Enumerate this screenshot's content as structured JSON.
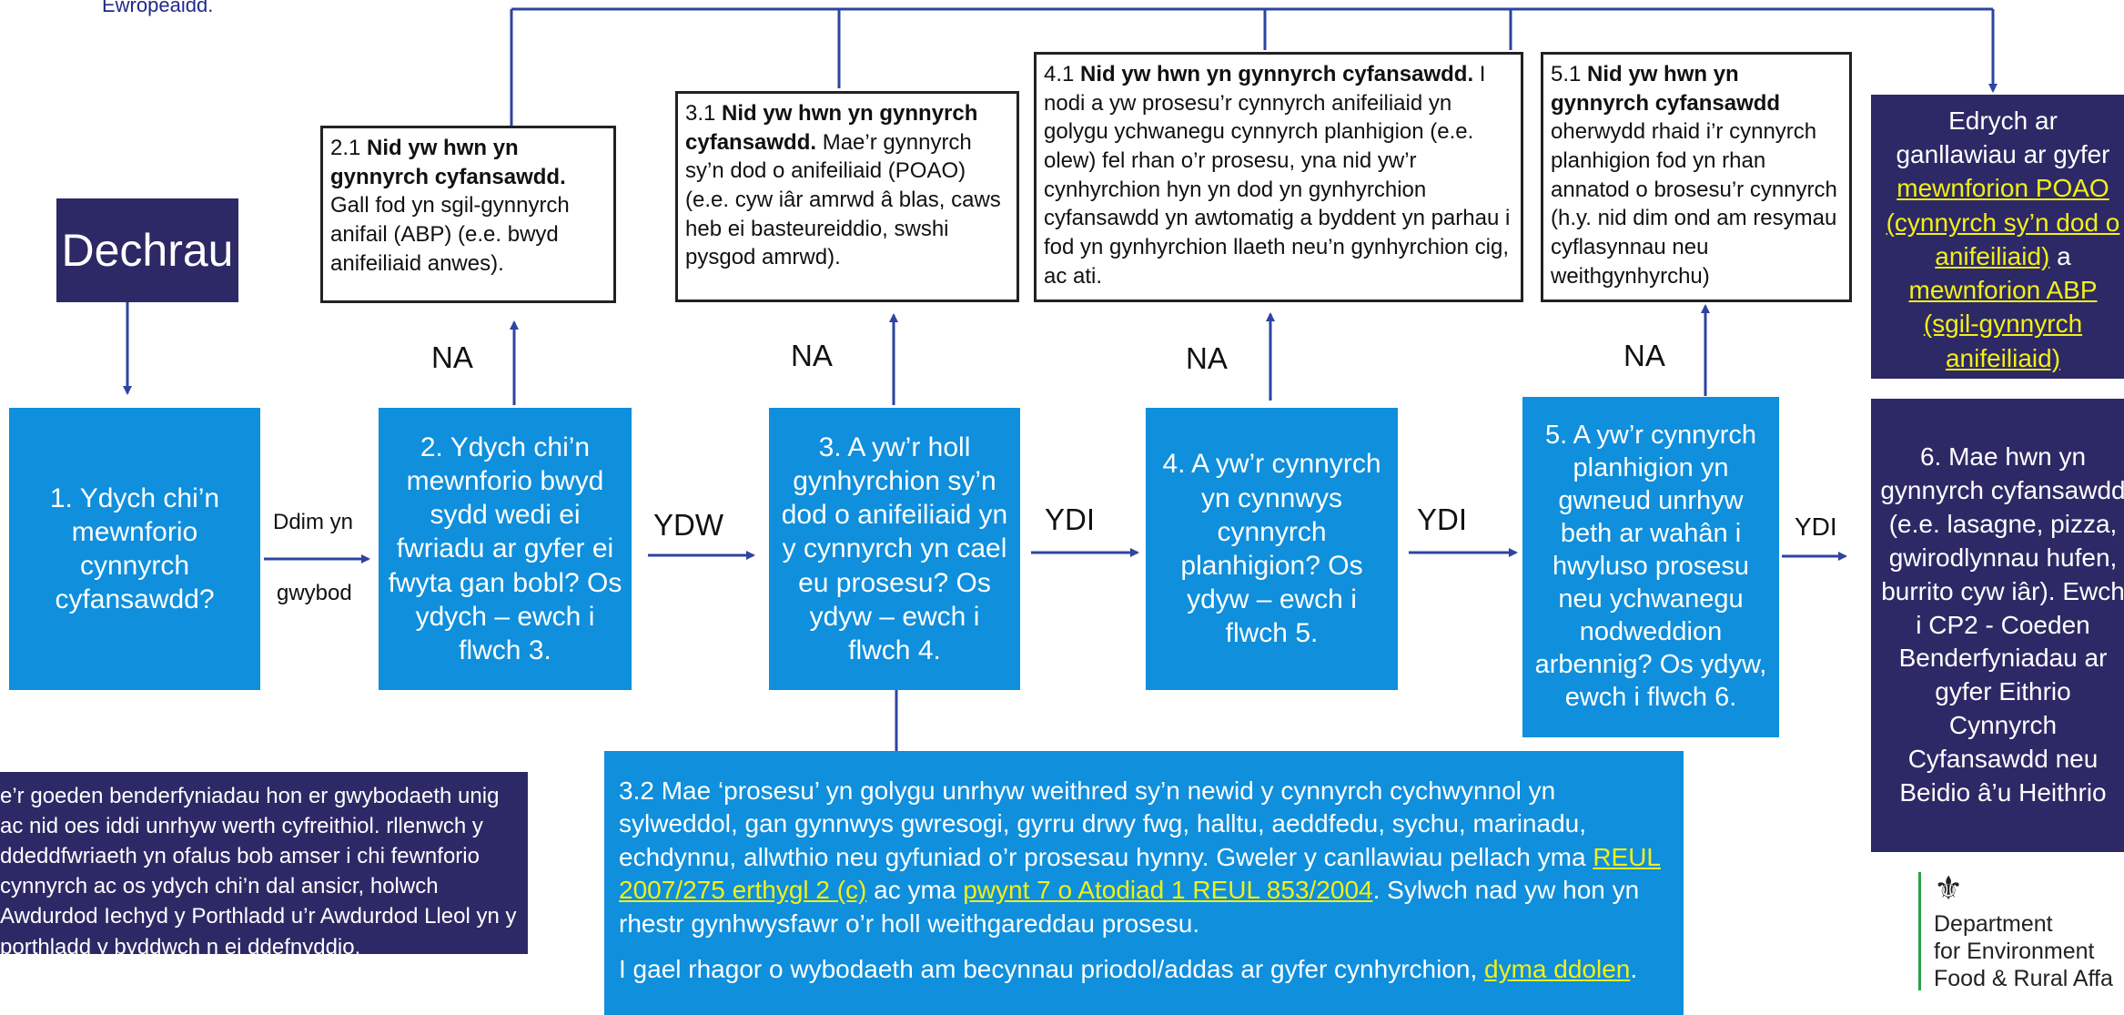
{
  "top_note": "Ewropeaidd.",
  "start": {
    "label": "Dechrau"
  },
  "boxes": {
    "b1": "1. Ydych chi’n mewnforio cynnyrch cyfansawdd?",
    "b2": "2. Ydych chi’n mewnforio bwyd sydd wedi ei fwriadu ar gyfer ei fwyta gan bobl? Os ydych – ewch i flwch 3.",
    "b3": "3. A yw’r holl gynhyrchion sy’n dod o anifeiliaid yn y cynnyrch yn cael eu prosesu? Os ydyw – ewch i flwch 4.",
    "b4": "4. A yw’r cynnyrch yn cynnwys cynnyrch planhigion? Os ydyw – ewch i flwch 5.",
    "b5": "5. A yw’r cynnyrch planhigion yn gwneud unrhyw beth ar wahân i hwyluso prosesu neu ychwanegu nodweddion arbennig? Os ydyw, ewch i flwch 6."
  },
  "notes": {
    "n21_num": "2.1 ",
    "n21_bold": "Nid yw hwn yn gynnyrch cyfansawdd.",
    "n21_text": " Gall fod yn sgil-gynnyrch anifail (ABP) (e.e. bwyd anifeiliaid anwes).",
    "n31_num": "3.1 ",
    "n31_bold": "Nid yw hwn yn gynnyrch cyfansawdd.",
    "n31_text": " Mae’r gynnyrch sy’n dod o anifeiliaid (POAO) (e.e. cyw iâr amrwd â blas, caws heb ei basteureiddio, swshi pysgod amrwd).",
    "n41_num": "4.1 ",
    "n41_bold": "Nid yw hwn yn gynnyrch cyfansawdd.",
    "n41_text": " I nodi a yw prosesu’r cynnyrch anifeiliaid yn golygu ychwanegu cynnyrch planhigion (e.e. olew) fel rhan o’r prosesu, yna nid yw’r cynhyrchion hyn yn dod yn gynhyrchion cyfansawdd yn awtomatig a byddent yn parhau i fod yn gynhyrchion llaeth neu’n gynhyrchion cig, ac ati.",
    "n51_num": "5.1 ",
    "n51_bold": "Nid yw hwn yn gynnyrch cyfansawdd",
    "n51_text": " oherwydd rhaid i’r cynnyrch planhigion fod yn rhan annatod o brosesu’r cynnyrch (h.y. nid dim ond am resymau cyflasynnau neu weithgynhyrchu)"
  },
  "edges": {
    "na1": "NA",
    "na2": "NA",
    "na3": "NA",
    "na4": "NA",
    "ddim1": "Ddim yn",
    "ddim2": "gwybod",
    "ydw": "YDW",
    "ydi1": "YDI",
    "ydi2": "YDI",
    "ydi3": "YDI"
  },
  "guidance": {
    "line1": "Edrych ar",
    "line2": "ganllawiau ar gyfer",
    "link1": "mewnforion POAO (cynnyrch sy’n dod o anifeiliaid)",
    "mid": " a ",
    "link2": "mewnforion ABP (sgil-gynnyrch anifeiliaid)"
  },
  "box6": "6. Mae hwn yn gynnyrch cyfansawdd (e.e. lasagne, pizza, gwirodlynnau hufen, burrito cyw iâr). Ewch i CP2 - Coeden Benderfyniadau ar gyfer Eithrio Cynnyrch Cyfansawdd neu Beidio â’u Heithrio",
  "disclaimer": "e’r goeden benderfyniadau hon er gwybodaeth unig ac nid oes iddi unrhyw werth cyfreithiol. rllenwch y ddeddfwriaeth yn ofalus bob amser i chi fewnforio cynnyrch ac os ydych chi’n dal ansicr, holwch Awdurdod Iechyd y Porthladd u’r Awdurdod Lleol yn y porthladd y byddwch n ei ddefnyddio.",
  "box32": {
    "text1": "3.2 Mae ‘prosesu’ yn golygu unrhyw weithred sy’n newid y cynnyrch cychwynnol yn sylweddol, gan gynnwys gwresogi, gyrru drwy fwg, halltu, aeddfedu, sychu, marinadu, echdynnu, allwthio neu gyfuniad o’r prosesau hynny. Gweler y canllawiau pellach yma ",
    "link1": "REUL 2007/275 erthygl 2 (c)",
    "mid1": " ac yma ",
    "link2": "pwynt 7 o Atodiad 1 REUL 853/2004",
    "text2": ". Sylwch nad yw hon yn rhestr gynhwysfawr o’r holl weithgareddau prosesu.",
    "text3": "I gael rhagor o wybodaeth am becynnau priodol/addas ar gyfer cynhyrchion, ",
    "link3": "dyma ddolen",
    "end": "."
  },
  "defra": {
    "crest": "⚜",
    "line1": "Department",
    "line2": "for Environment",
    "line3": "Food & Rural Affa"
  },
  "colors": {
    "step_blue": "#0f8fdc",
    "navy": "#2d2966",
    "arrow": "#2e44a0",
    "link_yellow": "#f3ef17"
  }
}
